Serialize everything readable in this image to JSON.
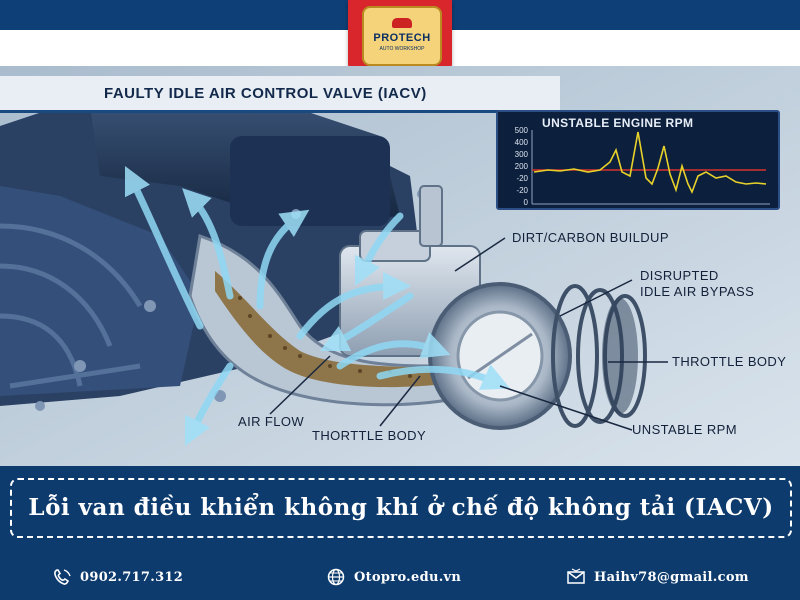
{
  "logo": {
    "brand": "PROTECH",
    "subtitle": "AUTO WORKSHOP"
  },
  "diagram": {
    "title": "FAULTY IDLE AIR CONTROL VALVE (IACV)",
    "labels": {
      "dirt": "DIRT/CARBON BUILDUP",
      "disrupted_line1": "DISRUPTED",
      "disrupted_line2": "IDLE AIR BYPASS",
      "throttle_right": "THROTTLE BODY",
      "unstable_rpm": "UNSTABLE RPM",
      "air_flow": "AIR FLOW",
      "throttle_bottom": "THORTTLE BODY"
    },
    "inset": {
      "title": "UNSTABLE ENGINE RPM",
      "ticks": [
        "500",
        "400",
        "300",
        "200",
        "-20",
        "-20",
        "0"
      ],
      "line_color": "#e8d22a",
      "ref_line_color": "#d6322b"
    },
    "colors": {
      "airflow": "#7fd0f0",
      "carbon": "#8a6d3b",
      "engine": "#1e3558"
    }
  },
  "caption": "Lỗi van điều khiển không khí ở chế độ không tải (IACV)",
  "footer": {
    "phone": "0902.717.312",
    "website": "Otopro.edu.vn",
    "email": "Haihv78@gmail.com",
    "phone_icon": "phone-icon",
    "web_icon": "globe-icon",
    "mail_icon": "mail-icon"
  }
}
